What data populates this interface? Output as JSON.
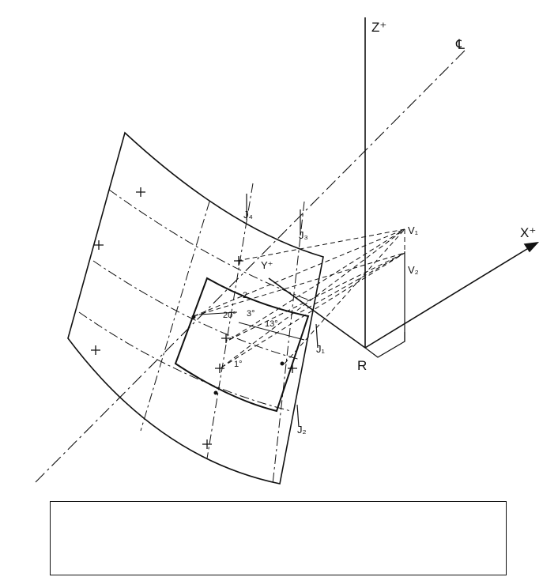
{
  "figure": {
    "axis_labels": {
      "z": "Z⁺",
      "x": "X⁺",
      "y": "Y⁺",
      "centerline": "℄",
      "origin": "R"
    },
    "points": {
      "v1": "V₁",
      "v2": "V₂",
      "j1": "J₁",
      "j2": "J₂",
      "j3": "J₃",
      "j4": "J₄"
    },
    "angles": {
      "a20": "20°",
      "a3": "3°",
      "a13": "13°",
      "a1": "1°",
      "a2": "2"
    },
    "line_color": "#111111"
  },
  "caption": {
    "text": ""
  }
}
